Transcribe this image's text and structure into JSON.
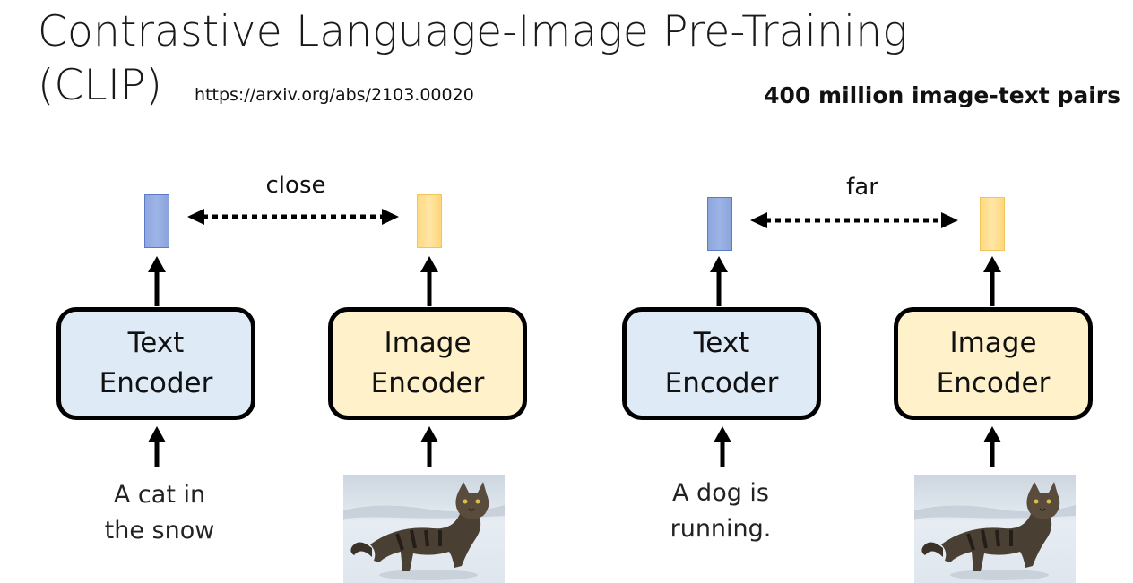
{
  "slide": {
    "title_line1": "Contrastive Language-Image Pre-Training",
    "title_line2": "(CLIP)",
    "url": "https://arxiv.org/abs/2103.00020",
    "pairs_note": "400 million image-text pairs"
  },
  "left_example": {
    "relation": "close",
    "text_encoder": [
      "Text",
      "Encoder"
    ],
    "image_encoder": [
      "Image",
      "Encoder"
    ],
    "caption": [
      "A cat in",
      "the snow"
    ],
    "image_description": "cat in snow photo",
    "text_vector_color": "#8ea7df",
    "image_vector_color": "#ffd980"
  },
  "right_example": {
    "relation": "far",
    "text_encoder": [
      "Text",
      "Encoder"
    ],
    "image_encoder": [
      "Image",
      "Encoder"
    ],
    "caption": [
      "A dog is",
      "running."
    ],
    "image_description": "cat in snow photo",
    "text_vector_color": "#8ea7df",
    "image_vector_color": "#ffd980"
  },
  "colors": {
    "text_encoder_fill": "#deeaf6",
    "image_encoder_fill": "#fff2cb",
    "border": "#000000"
  }
}
